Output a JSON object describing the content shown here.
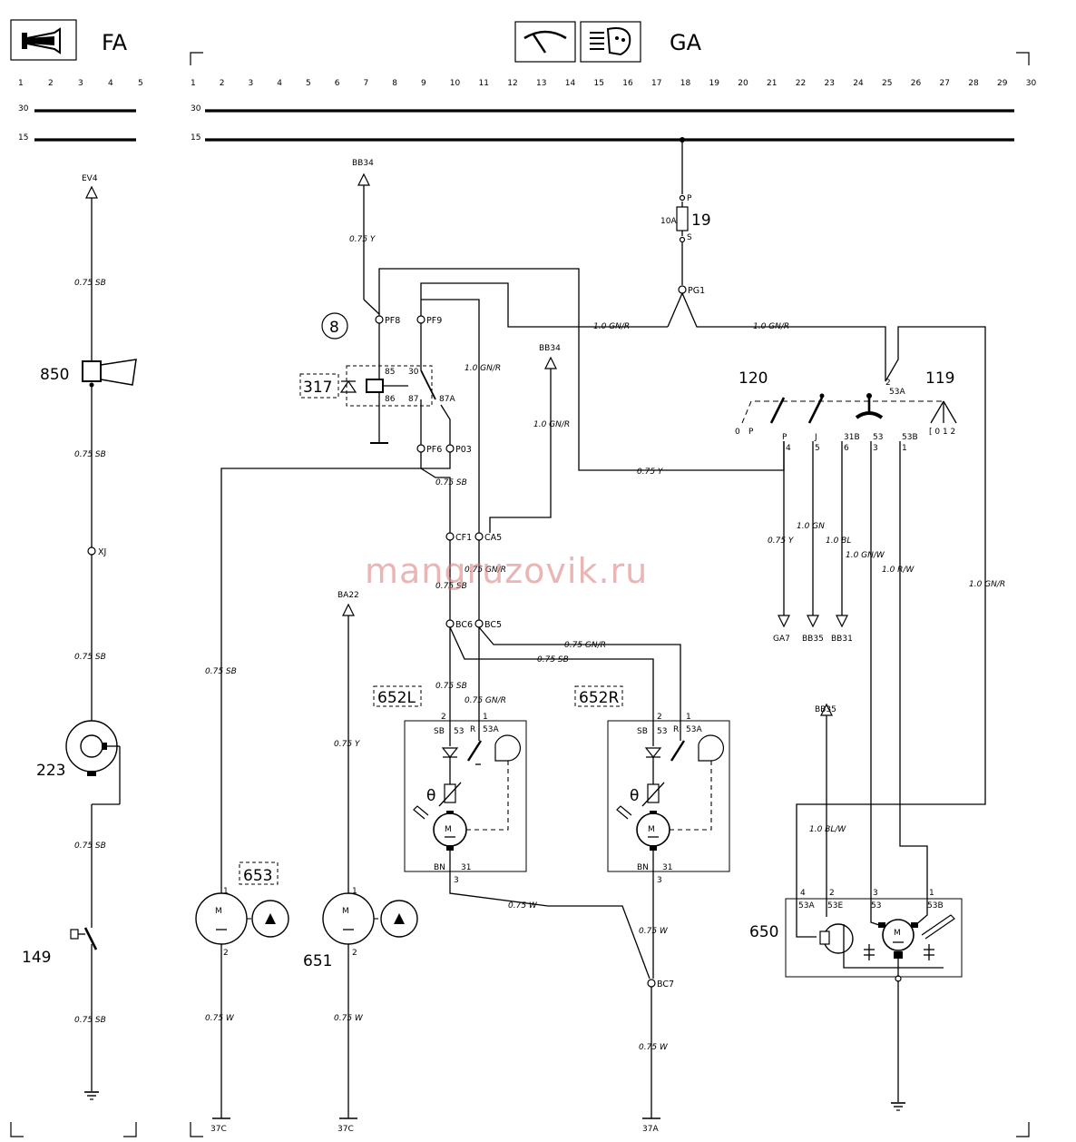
{
  "header": {
    "left_section": "FA",
    "right_section": "GA",
    "icons": [
      "horn-icon",
      "wiper-icon",
      "washer-icon"
    ]
  },
  "ruler_fa": [
    "1",
    "2",
    "3",
    "4",
    "5"
  ],
  "ruler_ga": [
    "1",
    "2",
    "3",
    "4",
    "5",
    "6",
    "7",
    "8",
    "9",
    "10",
    "11",
    "12",
    "13",
    "14",
    "15",
    "16",
    "17",
    "18",
    "19",
    "20",
    "21",
    "22",
    "23",
    "24",
    "25",
    "26",
    "27",
    "28",
    "29",
    "30"
  ],
  "rails": {
    "r30": "30",
    "r15": "15"
  },
  "components": {
    "c850": "850",
    "c223": "223",
    "c149": "149",
    "c653": "653",
    "c651": "651",
    "c317": "317",
    "c8": "8",
    "c652L": "652L",
    "c652R": "652R",
    "c650": "650",
    "c120": "120",
    "c119": "119",
    "c19": "19"
  },
  "fuse": {
    "rating": "10A",
    "p": "P",
    "s": "S"
  },
  "nodes": {
    "XJ": "XJ",
    "PF8": "PF8",
    "PF9": "PF9",
    "PF6": "PF6",
    "P03": "P03",
    "PG1": "PG1",
    "CF1": "CF1",
    "CA5": "CA5",
    "BC6": "BC6",
    "BC5": "BC5",
    "BC7": "BC7"
  },
  "refs": {
    "EV4": "EV4",
    "BB34a": "BB34",
    "BB34b": "BB34",
    "BA22": "BA22",
    "BB35top": "BB35",
    "GA7": "GA7",
    "BB35": "BB35",
    "BB31": "BB31",
    "g37C_a": "37C",
    "g37C_b": "37C",
    "g37A": "37A"
  },
  "wire_labels": {
    "sb1": "0.75 SB",
    "sb2": "0.75 SB",
    "sb3": "0.75 SB",
    "sb4": "0.75 SB",
    "sb5": "0.75 SB",
    "y_top": "0.75 Y",
    "gnr_relay": "1.0 GN/R",
    "gnr_bb34": "1.0 GN/R",
    "gnr_left": "1.0 GN/R",
    "gnr_right": "1.0 GN/R",
    "y_mid": "0.75 Y",
    "sb_pf6": "0.75 SB",
    "sb_cf1": "0.75 SB",
    "gnr_ca5": "0.75 GN/R",
    "gnr_bc5": "0.75 GN/R",
    "sb_bc6": "0.75 SB",
    "sb_652l": "0.75 SB",
    "gnr_652l": "0.75 GN/R",
    "sb_653": "0.75 SB",
    "y_651": "0.75 Y",
    "w_653": "0.75 W",
    "w_651": "0.75 W",
    "w_652": "0.75 W",
    "w_bc7a": "0.75 W",
    "w_bc7b": "0.75 W",
    "y_ga7": "0.75 Y",
    "gn_bb35": "1.0 GN",
    "bl_bb31": "1.0 BL",
    "gnw": "1.0 GN/W",
    "rw": "1.0 R/W",
    "gnr_far": "1.0 GN/R",
    "blw": "1.0 BL/W"
  },
  "relay_pins": {
    "p85": "85",
    "p86": "86",
    "p30": "30",
    "p87": "87",
    "p87a": "87A"
  },
  "motor_pins": {
    "sb": "SB",
    "p53": "53",
    "r": "R",
    "p53a": "53A",
    "bn": "BN",
    "p31": "31",
    "n1": "1",
    "n2": "2",
    "n3": "3",
    "theta": "θ",
    "m": "M"
  },
  "switch_labels": {
    "o": "0",
    "p": "P",
    "sp": "P",
    "s4": "4",
    "sj": "J",
    "s5": "5",
    "s31b": "31B",
    "s6": "6",
    "s53": "53",
    "s3": "3",
    "s53b": "53B",
    "s1": "1",
    "s53a": "53A",
    "s2": "2",
    "l119": "[ 0 1 2"
  },
  "c650_pins": {
    "n4": "4",
    "n2": "2",
    "n3": "3",
    "n1": "1",
    "p53A": "53A",
    "p53E": "53E",
    "p53": "53",
    "p53B": "53B"
  },
  "watermark": "mangruzovik.ru"
}
